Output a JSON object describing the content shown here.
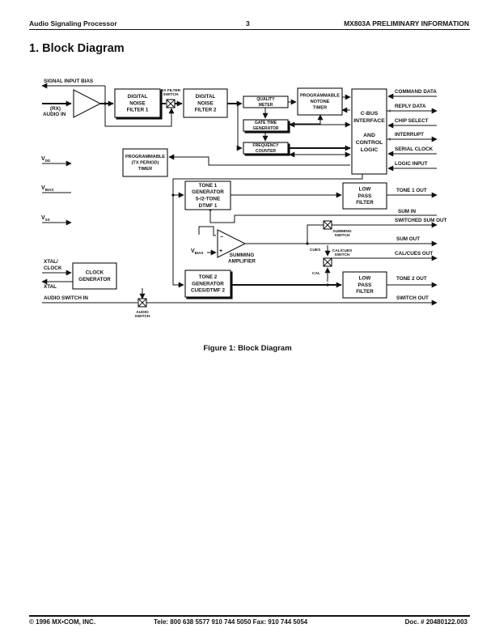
{
  "header": {
    "left": "Audio Signaling Processor",
    "page": "3",
    "right": "MX803A PRELIMINARY INFORMATION"
  },
  "section_title": "1.  Block Diagram",
  "diagram": {
    "blocks": {
      "dnf1": [
        "DIGITAL",
        "NOISE",
        "FILTER   1"
      ],
      "dnf2": [
        "DIGITAL",
        "NOISE",
        "FILTER   2"
      ],
      "quality": [
        "QUALITY",
        "METER"
      ],
      "notone": [
        "PROGRAMMABLE",
        "NOTONE",
        "TIMER"
      ],
      "gate": [
        "GATE   TIME",
        "GENERATOR"
      ],
      "freq": [
        "FREQUENCY",
        "COUNTER"
      ],
      "cbus": [
        "C-BUS",
        "INTERFACE",
        "",
        "AND",
        "CONTROL",
        "LOGIC"
      ],
      "prog_timer": [
        "PROGRAMMABLE",
        "(TX    PERIOD)",
        "TIMER"
      ],
      "tone1": [
        "TONE    1",
        "GENERATOR",
        "5-/2-TONE",
        "DTMF    1"
      ],
      "lpf1": [
        "LOW",
        "PASS",
        "FILTER"
      ],
      "tone2": [
        "TONE    2",
        "GENERATOR",
        "CUES/DTMF    2"
      ],
      "lpf2": [
        "LOW",
        "PASS",
        "FILTER"
      ],
      "clock": [
        "CLOCK",
        "GENERATOR"
      ]
    },
    "labels": {
      "signal_input_bias": "SIGNAL    INPUT    BIAS",
      "rx": "(RX)",
      "audio_in": "AUDIO     IN",
      "rx_filter_switch": [
        "RX    FILTER",
        "SWITCH"
      ],
      "vdd": "V",
      "vdd_sub": "DD",
      "vbias": "V",
      "vbias_sub": "BIAS",
      "vss": "V",
      "vss_sub": "SS",
      "vbias2": "V",
      "vbias2_sub": "BIAS",
      "xtal_clock": "XTAL/",
      "clock": "CLOCK",
      "xtal": "XTAL",
      "audio_switch_in": "AUDIO     SWITCH     IN",
      "audio_switch": [
        "AUDIO",
        "SWITCH"
      ],
      "summing_switch": [
        "SUMMING",
        "SWITCH"
      ],
      "cal_cues_switch": [
        "CAL/CUES",
        "SWITCH"
      ],
      "cues": "CUES",
      "cal": "CAL",
      "summing_amplifier": [
        "SUMMING",
        "AMPLIFIER"
      ],
      "minus": "−",
      "plus": "+"
    },
    "pins_right": {
      "command_data": "COMMAND    DATA",
      "reply_data": "REPLY    DATA",
      "chip_select": "CHIP    SELECT",
      "interrupt": "INTERRUPT",
      "serial_clock": "SERIAL    CLOCK",
      "logic_input": "LOGIC    INPUT",
      "tone1_out": "TONE    1    OUT",
      "sum_in": "SUM    IN",
      "switched_sum_out": "SWITCHED    SUM    OUT",
      "sum_out": "SUM    OUT",
      "cal_cues_out": "CAL/CUES    OUT",
      "tone2_out": "TONE    2    OUT",
      "switch_out": "SWITCH    OUT"
    }
  },
  "caption": "Figure 1:  Block Diagram",
  "footer": {
    "copyright": "© 1996 MX•COM, INC.",
    "contact": "Tele:  800 638 5577    910 744 5050    Fax:    910 744 5054",
    "doc": "Doc. # 20480122.003"
  }
}
